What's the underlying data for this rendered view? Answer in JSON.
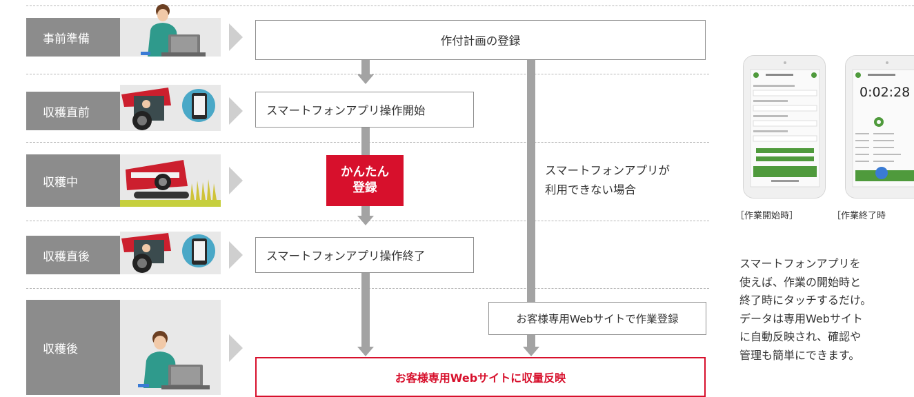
{
  "stages": {
    "s1": "事前準備",
    "s2": "収穫直前",
    "s3": "収穫中",
    "s4": "収穫直後",
    "s5": "収穫後"
  },
  "flow": {
    "plan_register": "作付計画の登録",
    "app_start": "スマートフォンアプリ操作開始",
    "easy_register_line1": "かんたん",
    "easy_register_line2": "登録",
    "no_app_line1": "スマートフォンアプリが",
    "no_app_line2": "利用できない場合",
    "app_end": "スマートフォンアプリ操作終了",
    "web_register": "お客様専用Webサイトで作業登録",
    "web_reflect": "お客様専用Webサイトに収量反映"
  },
  "side": {
    "timer": "0:02:28",
    "caption_start": "［作業開始時］",
    "caption_end": "［作業終了時",
    "desc_lines": [
      "スマートフォンアプリを",
      "使えば、作業の開始時と",
      "終了時にタッチするだけ。",
      "データは専用Webサイト",
      "に自動反映され、確認や",
      "管理も簡単にできます。"
    ]
  },
  "colors": {
    "accent_red": "#d7102c",
    "stage_gray": "#8c8c8c",
    "arrow_gray": "#a3a3a3",
    "phone_green": "#4f9a3c"
  }
}
